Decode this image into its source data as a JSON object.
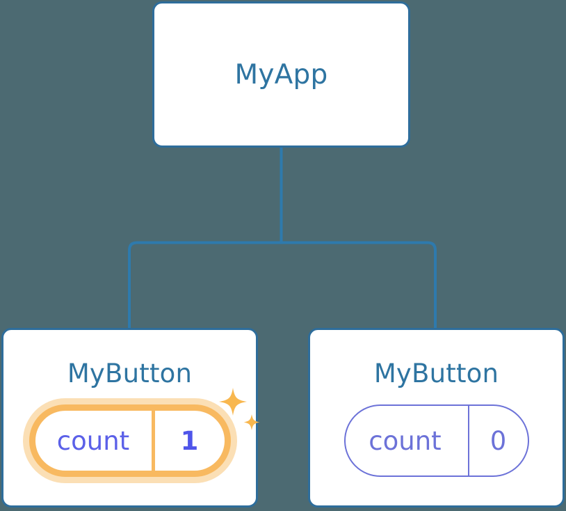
{
  "diagram": {
    "type": "component-tree",
    "background_color": "#4c6a72",
    "node_border_color": "#2e6d9b",
    "node_title_color": "#2e74a1",
    "connector_color": "#2e7aad",
    "highlight_color": "#f8b960",
    "highlight_glow_color": "#fbdfb5",
    "state_color": "#6c72d8",
    "state_color_active": "#4f55ea"
  },
  "root": {
    "title": "MyApp"
  },
  "children": [
    {
      "title": "MyButton",
      "state": {
        "key": "count",
        "value": "1"
      },
      "highlighted": true,
      "sparkle_icon": "sparkles-icon"
    },
    {
      "title": "MyButton",
      "state": {
        "key": "count",
        "value": "0"
      },
      "highlighted": false
    }
  ]
}
